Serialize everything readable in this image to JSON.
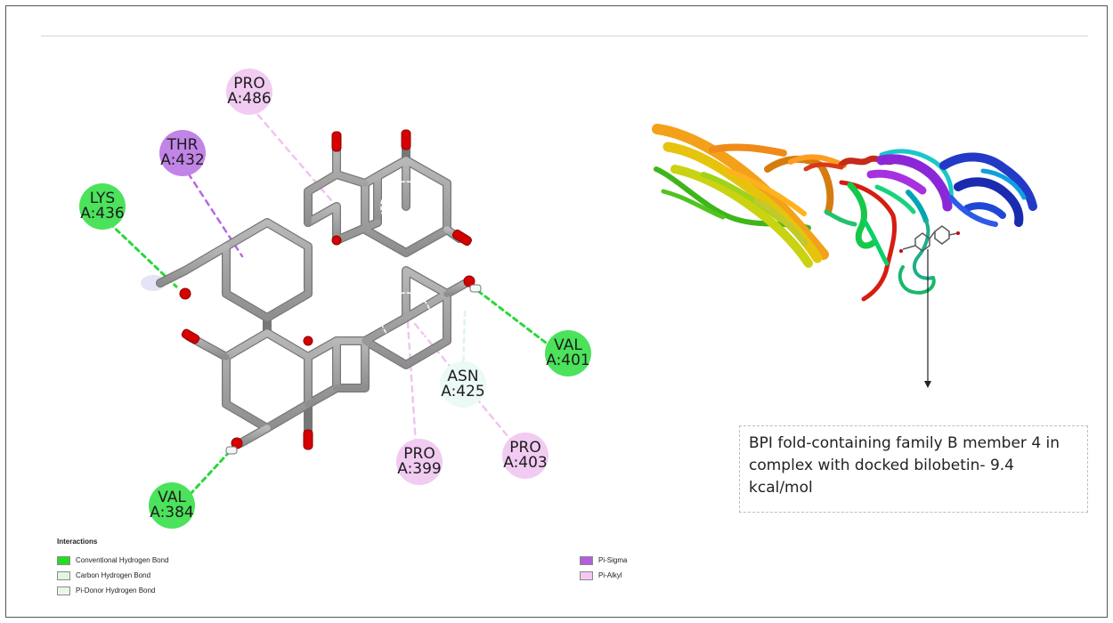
{
  "residues": [
    {
      "name": "PRO",
      "id": "A:486",
      "type": "pi-alkyl",
      "color": "#f1cbf2"
    },
    {
      "name": "THR",
      "id": "A:432",
      "type": "pi-sigma",
      "color": "#c184e7"
    },
    {
      "name": "LYS",
      "id": "A:436",
      "type": "conventional-hydrogen-bond",
      "color": "#4be25c"
    },
    {
      "name": "VAL",
      "id": "A:401",
      "type": "conventional-hydrogen-bond",
      "color": "#4be25c"
    },
    {
      "name": "ASN",
      "id": "A:425",
      "type": "pi-donor-hydrogen-bond",
      "color": "#ecfaf7"
    },
    {
      "name": "PRO",
      "id": "A:399",
      "type": "pi-alkyl",
      "color": "#f1cbf2"
    },
    {
      "name": "PRO",
      "id": "A:403",
      "type": "pi-alkyl",
      "color": "#f1cbf2"
    },
    {
      "name": "VAL",
      "id": "A:384",
      "type": "conventional-hydrogen-bond",
      "color": "#4be25c"
    }
  ],
  "caption": "BPI fold-containing family B member 4 in complex with docked bilobetin- 9.4 kcal/mol",
  "legend": {
    "title": "Interactions",
    "items": [
      {
        "label": "Conventional Hydrogen Bond",
        "color": "#22dd22"
      },
      {
        "label": "Carbon Hydrogen Bond",
        "color": "#e3f5e3"
      },
      {
        "label": "Pi-Donor Hydrogen Bond",
        "color": "#e8f8e8"
      },
      {
        "label": "Pi-Sigma",
        "color": "#b45ede"
      },
      {
        "label": "Pi-Alkyl",
        "color": "#f3c8f3"
      }
    ]
  }
}
